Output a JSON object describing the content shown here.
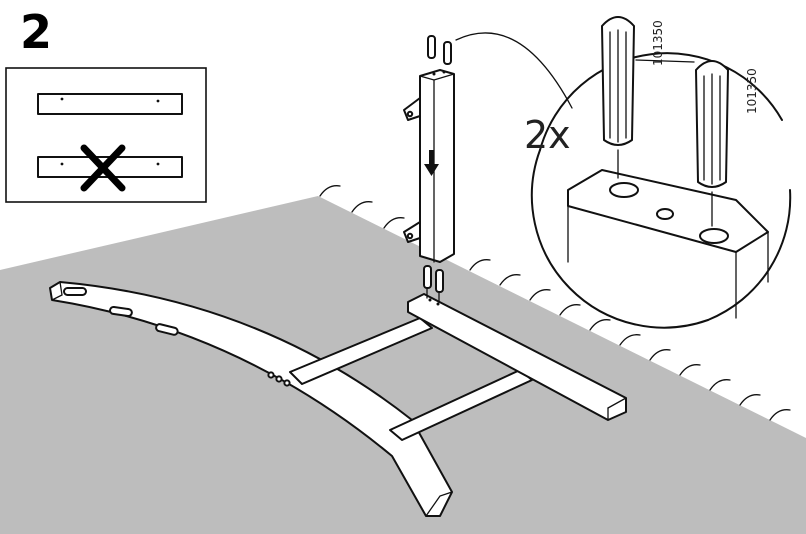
{
  "step": {
    "number": "2"
  },
  "callout": {
    "quantity": "2x",
    "part_labels": [
      "101350",
      "101350"
    ]
  },
  "orientation_guide": {
    "correct": "board-correct-orientation",
    "incorrect": "board-incorrect-orientation",
    "incorrect_mark": "cross-icon"
  },
  "icons": {
    "direction": "arrow-down-icon",
    "dowel": "wooden-dowel-icon"
  },
  "colors": {
    "floor": "#bdbdbd",
    "line": "#111111",
    "wood": "#ffffff"
  }
}
